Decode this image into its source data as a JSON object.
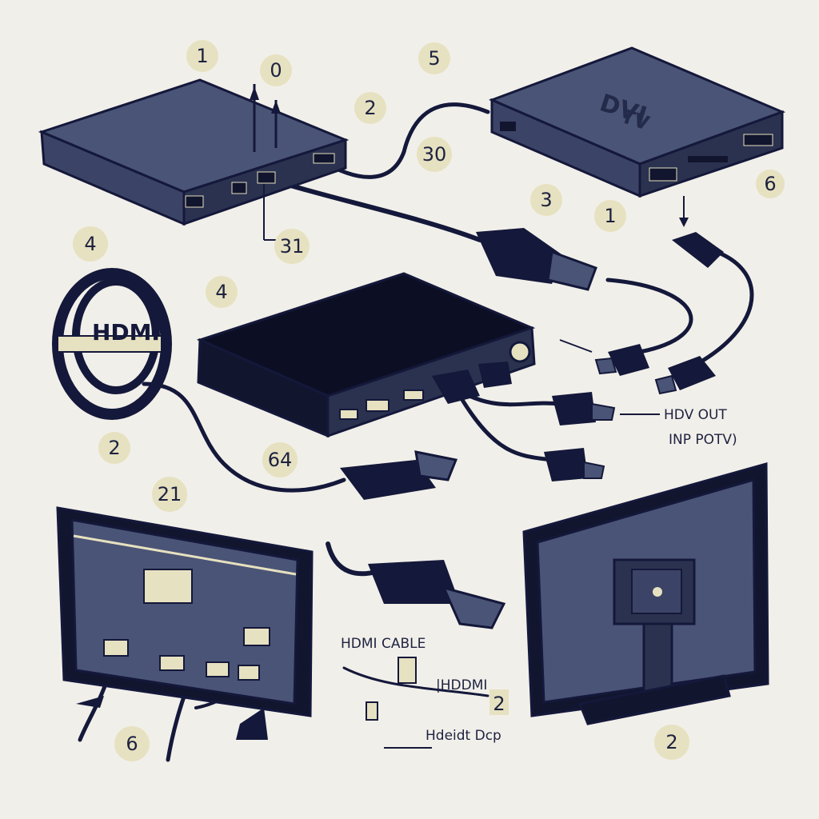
{
  "colors": {
    "background": "#f1efe9",
    "device_top": "#4a5476",
    "device_front": "#2b3250",
    "device_dark": "#12152e",
    "cable": "#14183a",
    "badge": "#e6e1c0",
    "ink": "#1d2240"
  },
  "icons": [
    "hdmi-cable-coil-icon",
    "hdmi-connector-icon",
    "dvi-tv-box-icon",
    "set-top-box-icon",
    "tv-back-panel-icon",
    "monitor-back-icon"
  ],
  "badges": {
    "b1": "1",
    "b0": "0",
    "b5": "5",
    "b2a": "2",
    "b30": "30",
    "b3": "3",
    "b1b": "1",
    "b6a": "6",
    "b31": "31",
    "b4a": "4",
    "b4b": "4",
    "b2b": "2",
    "b64": "64",
    "b21": "21",
    "b6b": "6",
    "b2c": "2"
  },
  "labels": {
    "dvi_tv_top": "DVI",
    "dvi_tv_bottom": "TV",
    "hdmi_coil": "HDMI",
    "hdv_out": "HDV OUT",
    "inp_po_tv": "INP POTV)",
    "hdmi_cable": "HDMI CABLE",
    "hdmi_side": "|HDDMI",
    "side_2": "2",
    "hdmi_dcp": "Hdeidt Dcp"
  }
}
